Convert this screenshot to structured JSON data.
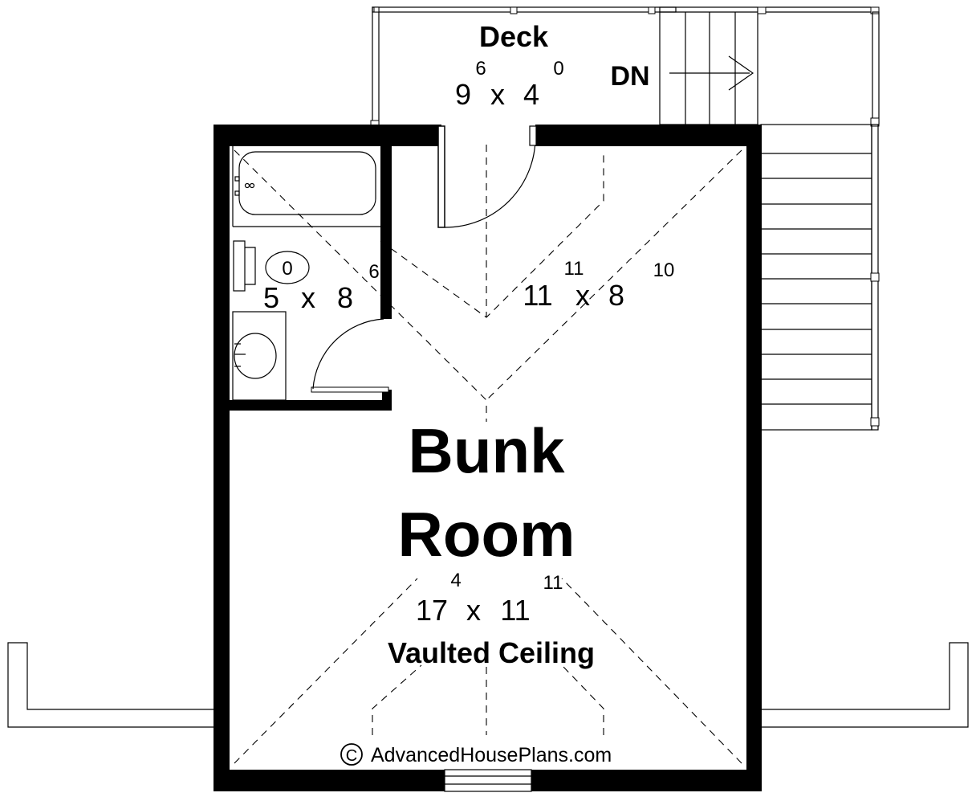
{
  "deck": {
    "name": "Deck",
    "dim_a": "9",
    "dim_a_sup": "6",
    "dim_x": "x",
    "dim_b": "4",
    "dim_b_sup": "0"
  },
  "stair": {
    "label": "DN"
  },
  "bath": {
    "dim_a": "5",
    "dim_a_sup": "0",
    "dim_x": "x",
    "dim_b": "8",
    "dim_b_sup": "6"
  },
  "loft": {
    "dim_a": "11",
    "dim_a_sup": "11",
    "dim_x": "x",
    "dim_b": "8",
    "dim_b_sup": "10"
  },
  "bunk_room": {
    "name_line1": "Bunk",
    "name_line2": "Room",
    "dim_a": "17",
    "dim_a_sup": "4",
    "dim_x": "x",
    "dim_b": "11",
    "dim_b_sup": "11",
    "ceiling": "Vaulted Ceiling"
  },
  "footer": {
    "copyright_symbol": "C",
    "site": "AdvancedHousePlans.com"
  }
}
